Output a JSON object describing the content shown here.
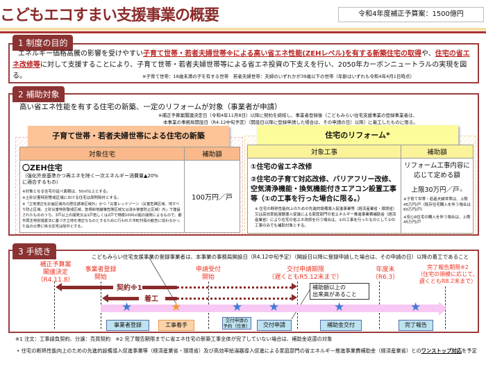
{
  "header": {
    "title": "こどもエコすまい支援事業の概要",
    "budget": "令和4年度補正予算案：1500億円"
  },
  "s1": {
    "tab": "1 制度の目的",
    "t1": "エネルギー価格高騰の影響を受けやすい",
    "u1": "子育て世帯・若者夫婦世帯※による高い省エネ性能(ZEHレベル)を有する新築住宅の取得",
    "t2": "や、",
    "u2": "住宅の省エネ改修等",
    "t3": "に対して支援することにより、子育て世帯・若者夫婦世帯等による省エネ投資の下支えを行い、2050年カーボンニュートラルの実現を図る。",
    "note": "※子育て世帯：18歳未満の子を有する世帯　若者夫婦世帯：夫婦のいずれかが39歳以下の世帯（年齢はいずれも令和4年4月1日時点）"
  },
  "s2": {
    "tab": "2 補助対象",
    "lead": "高い省エネ性能を有する住宅の新築、一定のリフォームが対象（事業者が申請）",
    "note1": "※補正予算案閣議決定日（令和4年11月8日）以降に契約を締結し、事業者登録後（こどもみらい住宅支援事業の登録事業者は、",
    "note2": "本事業の事務局開設日（R4.12中旬予定）（開設日以降に登録申請した場合は、その申請の日）以降）に着工したものに限る。",
    "left": {
      "header": "子育て世帯・若者夫婦世帯による住宅の新築",
      "col1": "対象住宅",
      "col2": "補助額",
      "item": "〇ZEH住宅",
      "item_sub": "（強化外皮基準かつ再エネを除く一次エネルギー消費量▲20%に適合するもの）",
      "n1": "※対象となる住宅の延べ面積は、50㎡以上とする。",
      "n2": "※土砂災害特別警戒区域における住宅は原則除外とする。",
      "n3": "※「立地適正化計画区域内の居住誘導区域外」かつ「災害レッドゾーン（災害危険区域、地すべり防止区域、土砂災害特別警戒区域、急傾斜地崩壊危険区域又は浸水被害防止区域）内」で建設されたもののうち、3戸以上の開発又は1戸若しくは2戸で規模1000㎡超の開発によるもので、都市再生特別措置法に基づき立地を適正なものとするために行われた市町村長の勧告に従わなかった旨の公表に係る住宅は除外とする。",
      "amount": "100万円／戸"
    },
    "right": {
      "header": "住宅のリフォーム*",
      "col1": "対象工事",
      "col2": "補助額",
      "w1": "①住宅の省エネ改修",
      "w2": "②住宅の子育て対応改修、バリアフリー改修、空気清浄機能・換気機能付きエアコン設置工事等（①の工事を行った場合に限る。）",
      "wnote": "※ 住宅の断熱性能向上のための先進的設備導入促進事業等（経済産業省・環境省）又は高効率給湯器導入促進による家庭部門の省エネルギー推進事業費補助金（経済産業省）により住宅の省エネ改修を行う場合は、①の工事を行ったものとして②の工事のみでも補助対象とする。",
      "a1": "リフォーム工事内容に応じて定める額",
      "a2": "上限30万円／戸",
      "a2mark": "※",
      "an1": "※子育て世帯・若者夫婦世帯は、上限45万円/戸（既存住宅購入を伴う場合は60万円/戸）",
      "an2": "※安心R住宅の購入を伴う場合は、上限45万円/戸"
    }
  },
  "s3": {
    "tab": "3 手続き",
    "callout": "こどもみらい住宅支援事業の登録事業者は、本事業の事務局開設日（R4.12中旬予定）（開設日以降に登録申請した場合は、その申請の日）以降の着工であること",
    "m1": "補正予算案\n閣議決定\n（R4.11.8）",
    "m2": "事業者登録\n開始",
    "m3": "申請受付\n開始",
    "m4": "交付申請期限\n（遅くともR5.12末まで）",
    "m5": "年度末\n（R6.3）",
    "m6": "完了報告期限※2\n（住宅の規模に応じて、\n遅くともR8.2末まで）",
    "contract": "契約※1",
    "start": "着工",
    "bubble": "補助額以上の\n出来高があること",
    "steps": [
      "事業者登録",
      "工事着手",
      "交付申請の\n予約（任意）",
      "交付申請",
      "補助金交付",
      "完了報告"
    ]
  },
  "footer": {
    "f1": "※1 注文：工事請負契約、分譲：売買契約　※2 完了報告期限までに省エネ住宅の新築工事全体が完了していない場合は、補助金返還の対象",
    "f2a": "住宅の断熱性能向上のための先進的設備導入促進事業等（経済産業省・環境省）及び高効率給湯器導入促進による家庭部門の省エネルギー推進事業費補助金（経済産業省）との",
    "f2u": "ワンストップ対応",
    "f2b": "を予定"
  }
}
